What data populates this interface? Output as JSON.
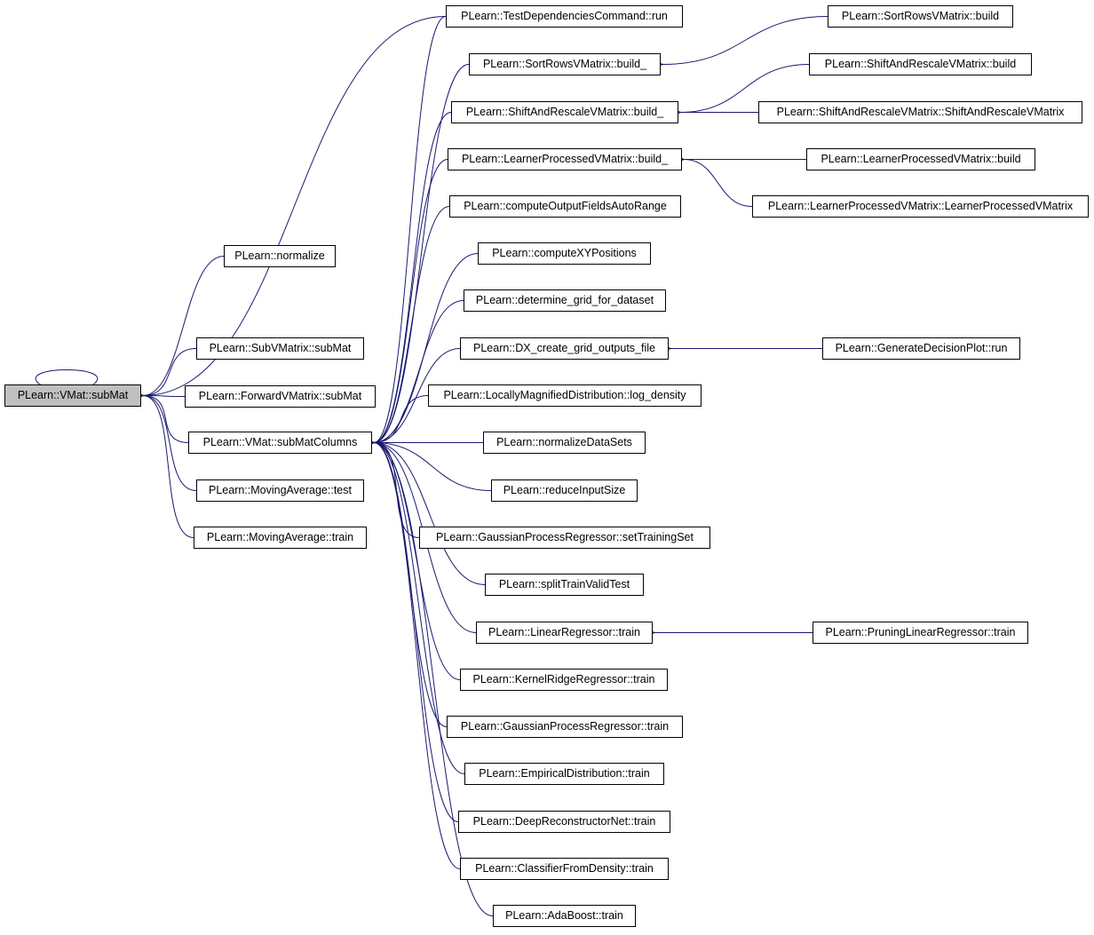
{
  "graph": {
    "edge_color": "#191970",
    "root_fill": "#bfbfbf",
    "node_fill": "#ffffff",
    "border_color": "#000000",
    "nodes": [
      {
        "id": "n_root",
        "label": "PLearn::VMat::subMat",
        "root": true
      },
      {
        "id": "n_normalize",
        "label": "PLearn::normalize"
      },
      {
        "id": "n_subv",
        "label": "PLearn::SubVMatrix::subMat"
      },
      {
        "id": "n_fwdv",
        "label": "PLearn::ForwardVMatrix::subMat"
      },
      {
        "id": "n_cols",
        "label": "PLearn::VMat::subMatColumns"
      },
      {
        "id": "n_matest",
        "label": "PLearn::MovingAverage::test"
      },
      {
        "id": "n_matrain",
        "label": "PLearn::MovingAverage::train"
      },
      {
        "id": "n_testdep",
        "label": "PLearn::TestDependenciesCommand::run"
      },
      {
        "id": "n_sortb_",
        "label": "PLearn::SortRowsVMatrix::build_"
      },
      {
        "id": "n_sarb_",
        "label": "PLearn::ShiftAndRescaleVMatrix::build_"
      },
      {
        "id": "n_lpvb_",
        "label": "PLearn::LearnerProcessedVMatrix::build_"
      },
      {
        "id": "n_cofar",
        "label": "PLearn::computeOutputFieldsAutoRange"
      },
      {
        "id": "n_cxy",
        "label": "PLearn::computeXYPositions"
      },
      {
        "id": "n_dgrid",
        "label": "PLearn::determine_grid_for_dataset"
      },
      {
        "id": "n_dxgrid",
        "label": "PLearn::DX_create_grid_outputs_file"
      },
      {
        "id": "n_lmd",
        "label": "PLearn::LocallyMagnifiedDistribution::log_density"
      },
      {
        "id": "n_nds",
        "label": "PLearn::normalizeDataSets"
      },
      {
        "id": "n_ris",
        "label": "PLearn::reduceInputSize"
      },
      {
        "id": "n_gpset",
        "label": "PLearn::GaussianProcessRegressor::setTrainingSet"
      },
      {
        "id": "n_stvt",
        "label": "PLearn::splitTrainValidTest"
      },
      {
        "id": "n_linreg",
        "label": "PLearn::LinearRegressor::train"
      },
      {
        "id": "n_krr",
        "label": "PLearn::KernelRidgeRegressor::train"
      },
      {
        "id": "n_gptrain",
        "label": "PLearn::GaussianProcessRegressor::train"
      },
      {
        "id": "n_empd",
        "label": "PLearn::EmpiricalDistribution::train"
      },
      {
        "id": "n_drn",
        "label": "PLearn::DeepReconstructorNet::train"
      },
      {
        "id": "n_cfd",
        "label": "PLearn::ClassifierFromDensity::train"
      },
      {
        "id": "n_ada",
        "label": "PLearn::AdaBoost::train"
      },
      {
        "id": "n_sortb",
        "label": "PLearn::SortRowsVMatrix::build"
      },
      {
        "id": "n_sarb",
        "label": "PLearn::ShiftAndRescaleVMatrix::build"
      },
      {
        "id": "n_sarctor",
        "label": "PLearn::ShiftAndRescaleVMatrix::ShiftAndRescaleVMatrix"
      },
      {
        "id": "n_lpvb",
        "label": "PLearn::LearnerProcessedVMatrix::build"
      },
      {
        "id": "n_lpvctor",
        "label": "PLearn::LearnerProcessedVMatrix::LearnerProcessedVMatrix"
      },
      {
        "id": "n_gdp",
        "label": "PLearn::GenerateDecisionPlot::run"
      },
      {
        "id": "n_plr",
        "label": "PLearn::PruningLinearRegressor::train"
      }
    ],
    "edges": [
      {
        "from": "n_root",
        "to": "n_root"
      },
      {
        "from": "n_normalize",
        "to": "n_root"
      },
      {
        "from": "n_testdep",
        "to": "n_root"
      },
      {
        "from": "n_subv",
        "to": "n_root"
      },
      {
        "from": "n_fwdv",
        "to": "n_root"
      },
      {
        "from": "n_cols",
        "to": "n_root"
      },
      {
        "from": "n_matest",
        "to": "n_root"
      },
      {
        "from": "n_matrain",
        "to": "n_root"
      },
      {
        "from": "n_testdep",
        "to": "n_cols"
      },
      {
        "from": "n_sortb_",
        "to": "n_cols"
      },
      {
        "from": "n_sarb_",
        "to": "n_cols"
      },
      {
        "from": "n_lpvb_",
        "to": "n_cols"
      },
      {
        "from": "n_cofar",
        "to": "n_cols"
      },
      {
        "from": "n_cxy",
        "to": "n_cols"
      },
      {
        "from": "n_dgrid",
        "to": "n_cols"
      },
      {
        "from": "n_dxgrid",
        "to": "n_cols"
      },
      {
        "from": "n_lmd",
        "to": "n_cols"
      },
      {
        "from": "n_nds",
        "to": "n_cols"
      },
      {
        "from": "n_ris",
        "to": "n_cols"
      },
      {
        "from": "n_gpset",
        "to": "n_cols"
      },
      {
        "from": "n_stvt",
        "to": "n_cols"
      },
      {
        "from": "n_linreg",
        "to": "n_cols"
      },
      {
        "from": "n_krr",
        "to": "n_cols"
      },
      {
        "from": "n_gptrain",
        "to": "n_cols"
      },
      {
        "from": "n_empd",
        "to": "n_cols"
      },
      {
        "from": "n_drn",
        "to": "n_cols"
      },
      {
        "from": "n_cfd",
        "to": "n_cols"
      },
      {
        "from": "n_ada",
        "to": "n_cols"
      },
      {
        "from": "n_sortb",
        "to": "n_sortb_"
      },
      {
        "from": "n_sarb",
        "to": "n_sarb_"
      },
      {
        "from": "n_sarctor",
        "to": "n_sarb_"
      },
      {
        "from": "n_lpvb",
        "to": "n_lpvb_"
      },
      {
        "from": "n_lpvctor",
        "to": "n_lpvb_"
      },
      {
        "from": "n_gdp",
        "to": "n_dxgrid"
      },
      {
        "from": "n_plr",
        "to": "n_linreg"
      }
    ]
  }
}
